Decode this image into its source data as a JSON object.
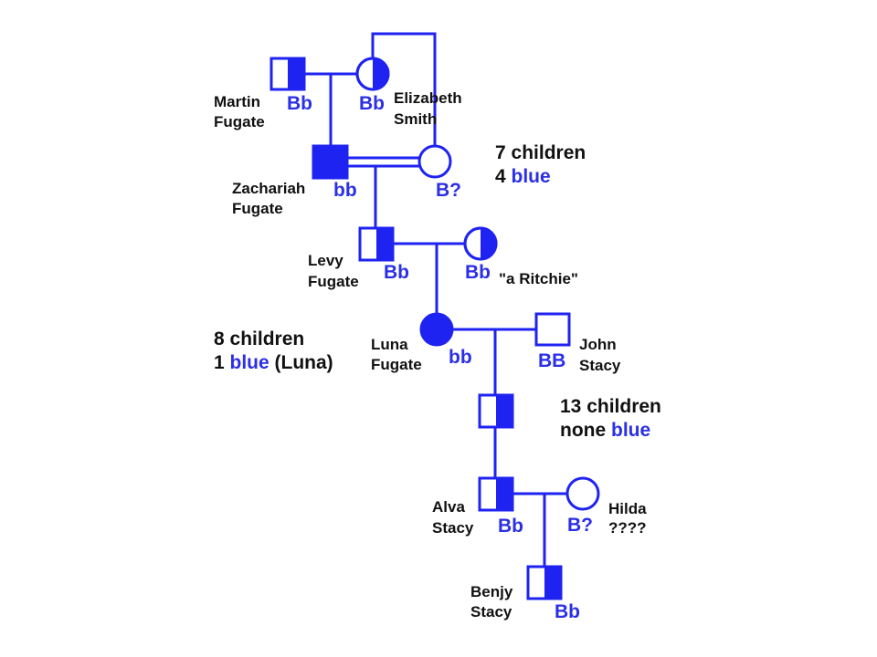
{
  "colors": {
    "line": "#1f23f2",
    "genotype_text": "#2b2fe6",
    "name_text": "#111111",
    "background": "#ffffff"
  },
  "people": {
    "martin": {
      "name_line1": "Martin",
      "name_line2": "Fugate",
      "genotype": "Bb",
      "sex": "male",
      "status": "carrier"
    },
    "elizabeth": {
      "name_line1": "Elizabeth",
      "name_line2": "Smith",
      "genotype": "Bb",
      "sex": "female",
      "status": "carrier"
    },
    "zachariah": {
      "name_line1": "Zachariah",
      "name_line2": "Fugate",
      "genotype": "bb",
      "sex": "male",
      "status": "affected"
    },
    "zach_wife": {
      "genotype": "B?",
      "sex": "female",
      "status": "unaffected"
    },
    "levy": {
      "name_line1": "Levy",
      "name_line2": "Fugate",
      "genotype": "Bb",
      "sex": "male",
      "status": "carrier"
    },
    "ritchie": {
      "name": "\"a Ritchie\"",
      "genotype": "Bb",
      "sex": "female",
      "status": "carrier"
    },
    "luna": {
      "name_line1": "Luna",
      "name_line2": "Fugate",
      "genotype": "bb",
      "sex": "female",
      "status": "affected"
    },
    "john": {
      "name_line1": "John",
      "name_line2": "Stacy",
      "genotype": "BB",
      "sex": "male",
      "status": "unaffected"
    },
    "child_stacy": {
      "sex": "male",
      "status": "carrier"
    },
    "alva": {
      "name_line1": "Alva",
      "name_line2": "Stacy",
      "genotype": "Bb",
      "sex": "male",
      "status": "carrier"
    },
    "hilda": {
      "name_line1": "Hilda",
      "name_line2": "????",
      "genotype": "B?",
      "sex": "female",
      "status": "unaffected"
    },
    "benjy": {
      "name_line1": "Benjy",
      "name_line2": "Stacy",
      "genotype": "Bb",
      "sex": "male",
      "status": "carrier"
    }
  },
  "notes": {
    "zach_children": {
      "line1": "7 children",
      "line2_prefix": "4 ",
      "line2_blue": "blue"
    },
    "levy_children": {
      "line1": "8 children",
      "line2_prefix": "1 ",
      "line2_blue": "blue",
      "line2_suffix": " (Luna)"
    },
    "luna_children": {
      "line1": "13 children",
      "line2_prefix": "none ",
      "line2_blue": "blue"
    }
  }
}
